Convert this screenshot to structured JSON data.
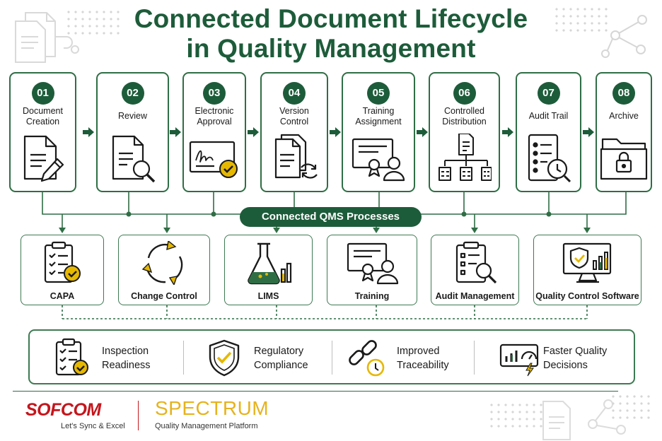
{
  "title_line1": "Connected Document Lifecycle",
  "title_line2": "in Quality Management",
  "colors": {
    "primary": "#1d5c3a",
    "accent": "#e6b800",
    "brand_red": "#c4161c",
    "spectrum_gold": "#e6b31e"
  },
  "steps": [
    {
      "num": "01",
      "label": "Document\nCreation",
      "icon": "document-pen-icon"
    },
    {
      "num": "02",
      "label": "Review",
      "icon": "document-magnifier-icon"
    },
    {
      "num": "03",
      "label": "Electronic\nApproval",
      "icon": "signature-check-icon"
    },
    {
      "num": "04",
      "label": "Version\nControl",
      "icon": "document-sync-icon"
    },
    {
      "num": "05",
      "label": "Training\nAssignment",
      "icon": "certificate-user-icon"
    },
    {
      "num": "06",
      "label": "Controlled\nDistribution",
      "icon": "distribution-tree-icon"
    },
    {
      "num": "07",
      "label": "Audit Trail",
      "icon": "checklist-clock-icon"
    },
    {
      "num": "08",
      "label": "Archive",
      "icon": "folder-lock-icon"
    }
  ],
  "hub_label": "Connected QMS Processes",
  "processes": [
    {
      "label": "CAPA",
      "icon": "clipboard-check-icon"
    },
    {
      "label": "Change Control",
      "icon": "cycle-arrows-icon"
    },
    {
      "label": "LIMS",
      "icon": "flask-chart-icon"
    },
    {
      "label": "Training",
      "icon": "certificate-user-icon"
    },
    {
      "label": "Audit Management",
      "icon": "clipboard-magnifier-icon"
    },
    {
      "label": "Quality Control Software",
      "icon": "monitor-shield-icon"
    }
  ],
  "benefits": [
    {
      "label": "Inspection\nReadiness",
      "icon": "clipboard-check-icon"
    },
    {
      "label": "Regulatory\nCompliance",
      "icon": "shield-check-icon"
    },
    {
      "label": "Improved\nTraceability",
      "icon": "chain-clock-icon"
    },
    {
      "label": "Faster Quality\nDecisions",
      "icon": "dashboard-bolt-icon"
    }
  ],
  "footer": {
    "brand": "SOFCOM",
    "brand_tagline": "Let's Sync & Excel",
    "product": "SPECTRUM",
    "product_tagline": "Quality Management Platform"
  }
}
